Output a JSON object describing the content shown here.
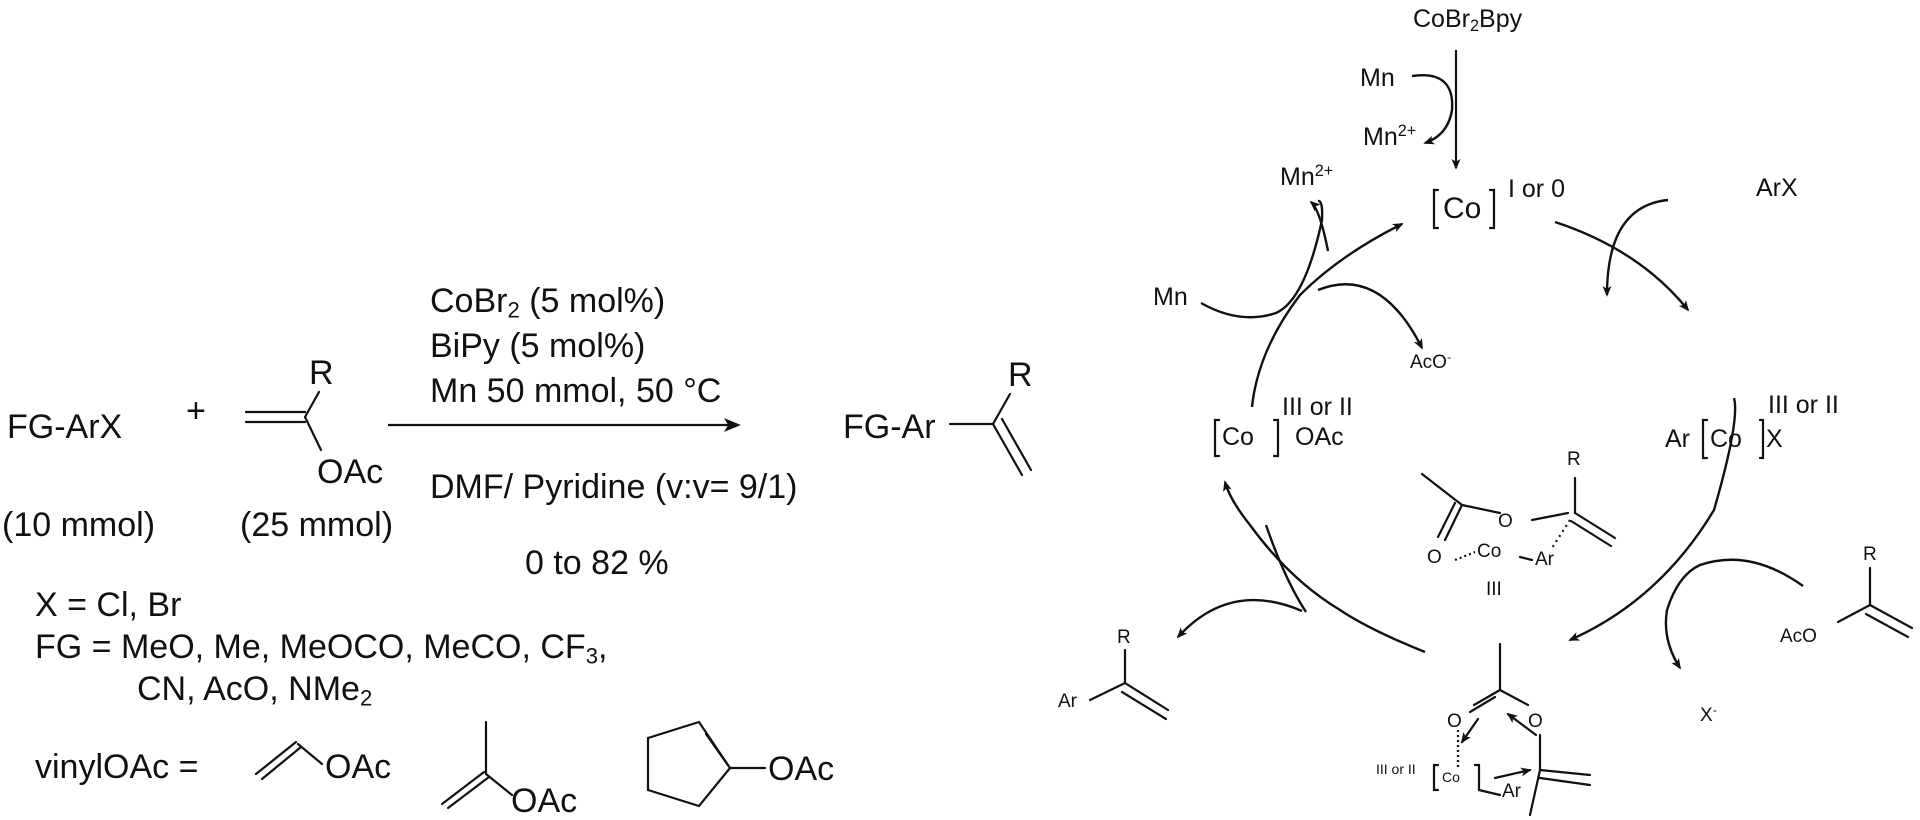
{
  "scheme": {
    "reactant_aryl": {
      "label": "FG-ArX",
      "amount": "(10 mmol)"
    },
    "plus_sign": "+",
    "reactant_vinyl": {
      "substituent_top": "R",
      "substituent_bottom": "OAc",
      "amount": "(25 mmol)"
    },
    "conditions_above": [
      {
        "main": "CoBr",
        "sub": "2",
        "rest": " (5 mol%)"
      },
      {
        "main": "BiPy (5 mol%)",
        "sub": "",
        "rest": ""
      },
      {
        "main": "Mn 50 mmol, 50 °C",
        "sub": "",
        "rest": ""
      }
    ],
    "conditions_below": "DMF/ Pyridine (v:v= 9/1)",
    "yield": "0 to 82 %",
    "product": {
      "label": "FG-Ar",
      "substituent": "R"
    },
    "notes": {
      "x_def": "X = Cl, Br",
      "fg_line1_a": "FG = MeO, Me, MeOCO, MeCO, CF",
      "fg_line1_sub": "3",
      "fg_line1_b": ",",
      "fg_line2_a": "CN, AcO, NMe",
      "fg_line2_sub": "2",
      "vinyl_label": "vinylOAc =",
      "vinyl_examples": [
        "OAc",
        "OAc",
        "OAc"
      ]
    }
  },
  "cycle": {
    "precatalyst": {
      "main": "CoBr",
      "sub": "2",
      "rest": "Bpy"
    },
    "activation_reductant": "Mn",
    "activation_byproduct": {
      "main": "Mn",
      "sup": "2+"
    },
    "co_low": {
      "label": "Co",
      "oxidation": "I or 0"
    },
    "substrate_in": "ArX",
    "ar_co_x": {
      "left": "Ar",
      "label": "Co",
      "right": "X",
      "oxidation": "III or II"
    },
    "vinyl_in": {
      "group": "AcO",
      "substituent": "R"
    },
    "halide_out": {
      "main": "X",
      "sup": "-"
    },
    "transition_state": {
      "oxidation": "III or II",
      "co": "Co",
      "ar": "Ar",
      "o1": "O",
      "o2": "O"
    },
    "intermediate": {
      "co": "Co",
      "ar": "Ar",
      "o1": "O",
      "o2": "O",
      "r": "R",
      "label": "III"
    },
    "product_out": {
      "ar": "Ar",
      "r": "R"
    },
    "co_oac": {
      "label": "Co",
      "right": "OAc",
      "oxidation": "III or II"
    },
    "regen_reductant": "Mn",
    "regen_mn_out": {
      "main": "Mn",
      "sup": "2+"
    },
    "acetate_out": {
      "main": "AcO",
      "sup": "-"
    }
  }
}
